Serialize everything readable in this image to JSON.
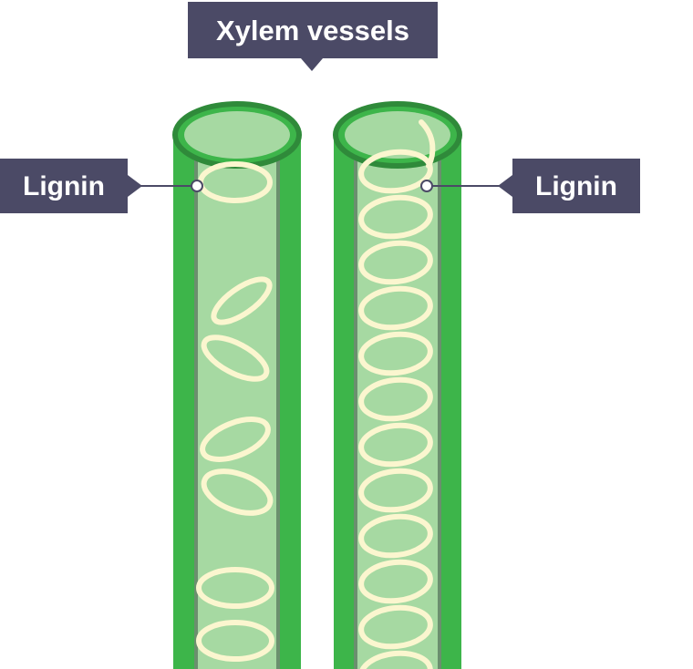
{
  "diagram": {
    "title_label": "Xylem vessels",
    "left_label": "Lignin",
    "right_label": "Lignin"
  },
  "colors": {
    "wall_green": "#3db54a",
    "wall_dark": "#2f8a3a",
    "lumen": "#a6d9a2",
    "lumen_edge": "#5aa06a",
    "inner_shadow": "#6b8f6e",
    "lignin": "#fbf6cf",
    "label_bg": "#4b4a66",
    "label_text": "#ffffff"
  }
}
